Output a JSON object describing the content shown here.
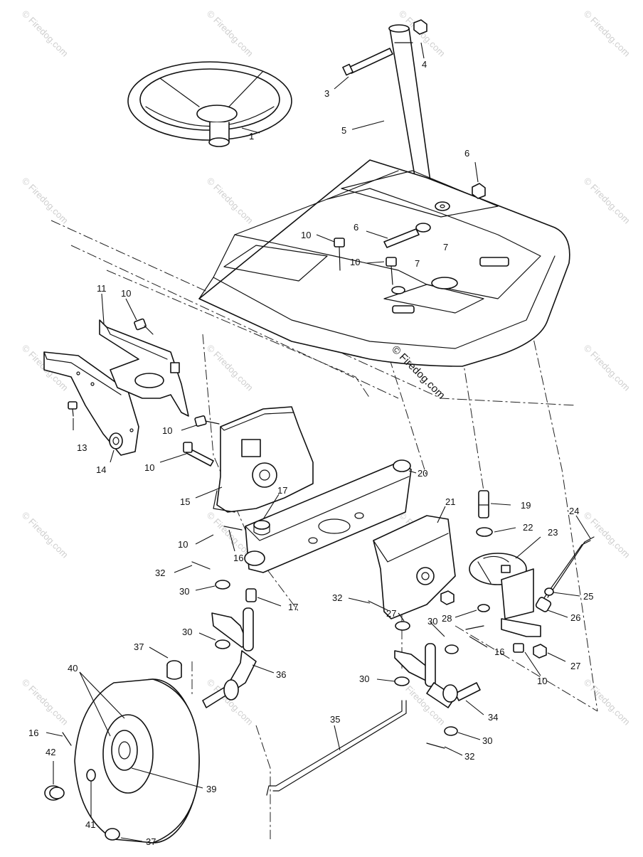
{
  "diagram": {
    "callouts": [
      "1",
      "3",
      "4",
      "5",
      "6",
      "6",
      "7",
      "7",
      "10",
      "10",
      "11",
      "10",
      "10",
      "13",
      "14",
      "10",
      "15",
      "17",
      "20",
      "19",
      "21",
      "22",
      "23",
      "24",
      "10",
      "16",
      "32",
      "30",
      "17",
      "32",
      "27",
      "30",
      "28",
      "16",
      "25",
      "26",
      "27",
      "10",
      "30",
      "37",
      "36",
      "40",
      "30",
      "34",
      "35",
      "16",
      "42",
      "30",
      "32",
      "39",
      "41",
      "37"
    ],
    "watermark": "© Firedog.com",
    "copyright": "© Firedog.com"
  }
}
